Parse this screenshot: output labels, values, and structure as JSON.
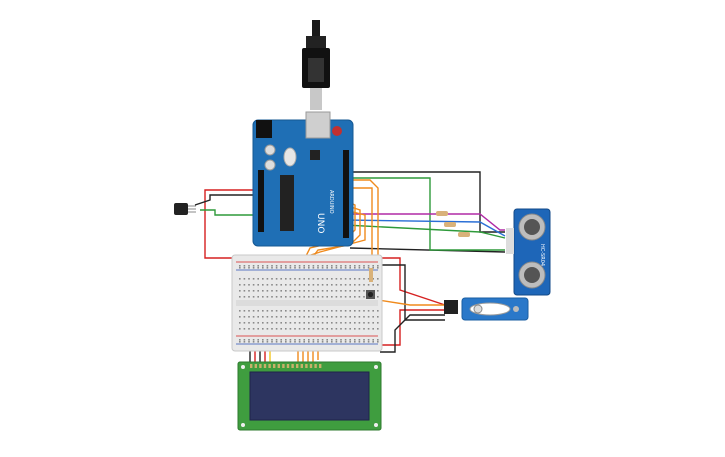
{
  "arduino": {
    "logo_text": "UNO",
    "brand_text": "ARDUINO"
  },
  "sensor": {
    "model_text": "HC-SR04"
  },
  "colors": {
    "board": "#1f6fb5",
    "breadboard": "#e9e9e9",
    "lcd_pcb": "#3f9d3f",
    "lcd_screen": "#2d3560",
    "servo": "#2a78c9",
    "wire_red": "#d62020",
    "wire_black": "#222222",
    "wire_green": "#2e9a3a",
    "wire_orange": "#f08a1c",
    "wire_yellow": "#f2c623",
    "wire_magenta": "#b02aa6",
    "wire_blue": "#2a6fd6"
  }
}
